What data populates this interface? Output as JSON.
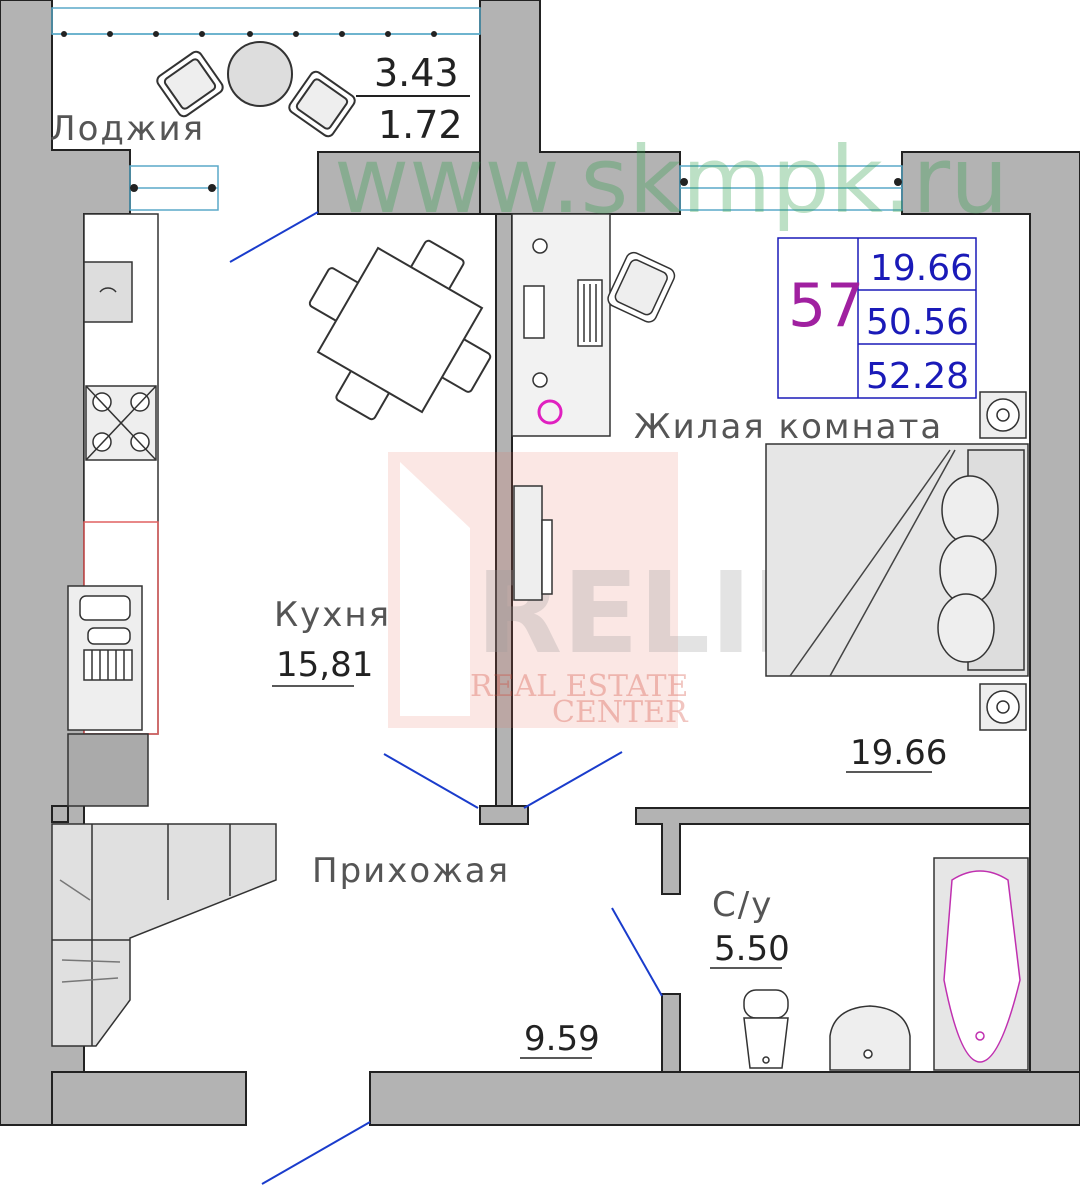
{
  "rooms": {
    "loggia": {
      "name": "Лоджия",
      "area_top": "3.43",
      "area_bottom": "1.72"
    },
    "kitchen": {
      "name": "Кухня",
      "area": "15,81"
    },
    "living": {
      "name": "Жилая комната",
      "area": "19.66"
    },
    "hall": {
      "name": "Прихожая",
      "area": "9.59"
    },
    "bathroom": {
      "name": "С/у",
      "area": "5.50"
    }
  },
  "badge": {
    "number": "57",
    "living_area": "19.66",
    "total_area": "50.56",
    "full_area": "52.28"
  },
  "watermarks": {
    "url": "www.skmpk.ru",
    "logo_text": "RELIFE",
    "logo_line1": "REAL ESTATE",
    "logo_line2": "CENTER"
  },
  "colors": {
    "wall": "#b3b3b3",
    "door_swing": "#1a3ccc",
    "badge_number": "#a020a0",
    "badge_values": "#1a1ab8",
    "accent_pink": "#e020c0"
  }
}
